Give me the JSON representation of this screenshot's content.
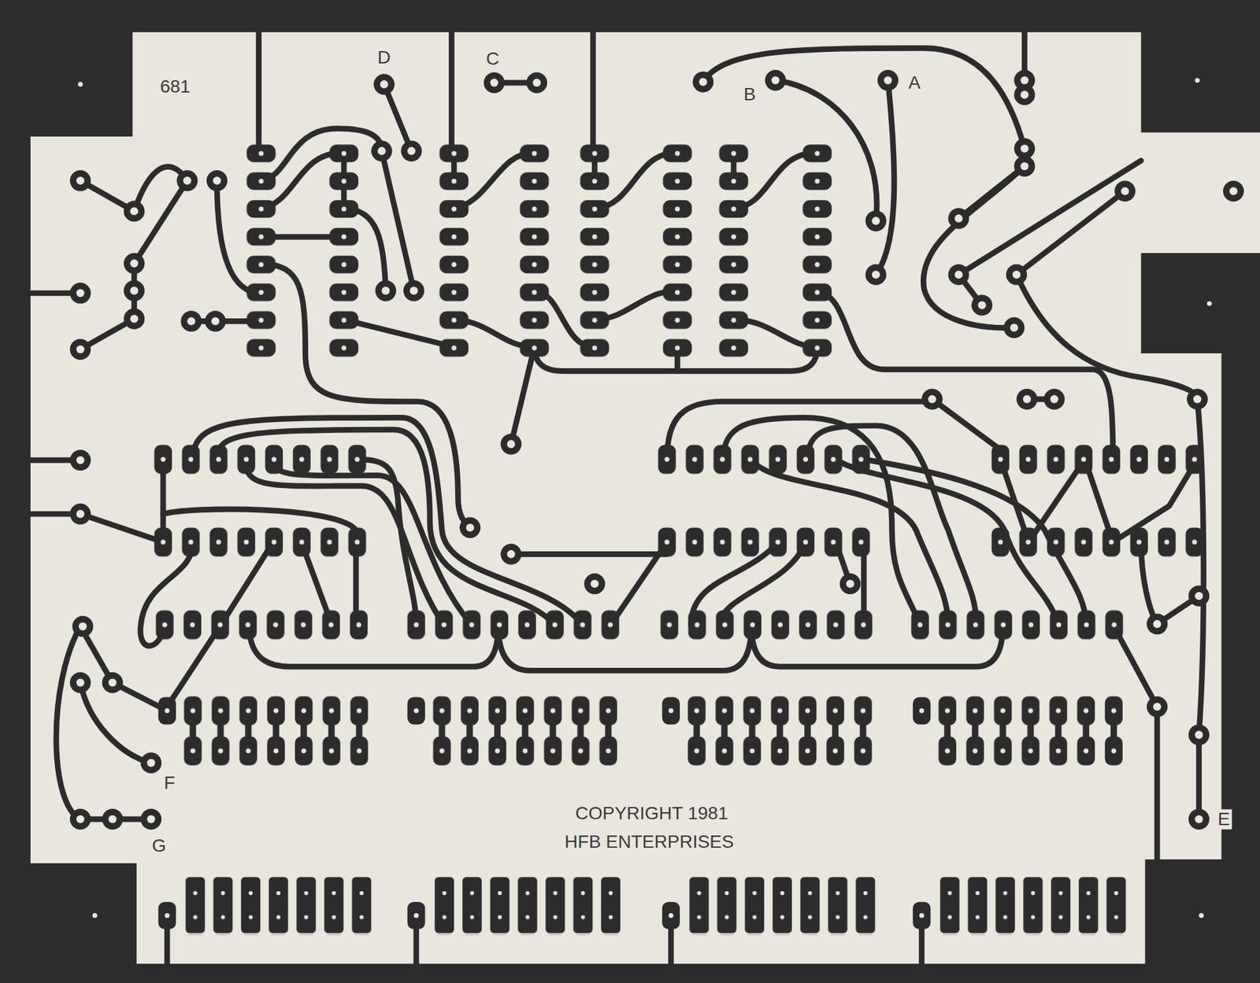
{
  "diagram": {
    "labels": [
      "681",
      "D",
      "C",
      "B",
      "A",
      "E",
      "F",
      "G",
      "COPYRIGHT 1981",
      "HFB ENTERPRISES"
    ]
  }
}
